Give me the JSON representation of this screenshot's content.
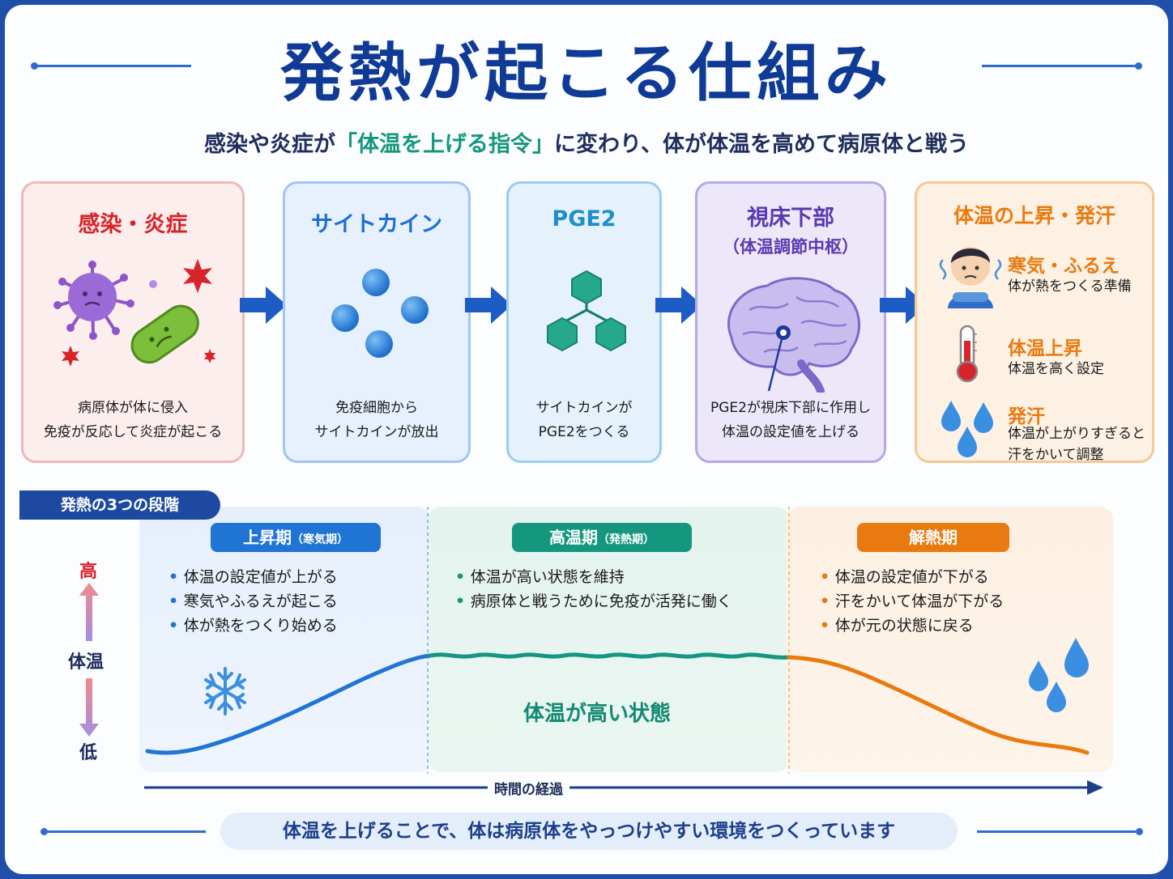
{
  "header": {
    "title": "発熱が起こる仕組み",
    "subtitle_prefix": "感染や炎症が",
    "subtitle_highlight": "「体温を上げる指令」",
    "subtitle_suffix": "に変わり、体が体温を高めて病原体と戦う"
  },
  "flow": {
    "infection": {
      "title": "感染・炎症",
      "desc_line1": "病原体が体に侵入",
      "desc_line2": "免疫が反応して炎症が起こる",
      "icon": "virus-bacteria-icon"
    },
    "cytokine": {
      "title": "サイトカイン",
      "desc_line1": "免疫細胞から",
      "desc_line2": "サイトカインが放出",
      "icon": "molecule-dots-icon"
    },
    "pge2": {
      "title": "PGE2",
      "desc_line1": "サイトカインが",
      "desc_line2": "PGE2をつくる",
      "icon": "hexagon-molecule-icon"
    },
    "hypothalamus": {
      "title": "視床下部",
      "subtitle": "（体温調節中枢）",
      "desc_line1": "PGE2が視床下部に作用し",
      "desc_line2": "体温の設定値を上げる",
      "icon": "brain-icon"
    },
    "result": {
      "title": "体温の上昇・発汗",
      "items": [
        {
          "title": "寒気・ふるえ",
          "desc_line1": "体が熱をつくる準備",
          "desc_line2": "",
          "icon": "shivering-person-icon"
        },
        {
          "title": "体温上昇",
          "desc_line1": "体温を高く設定",
          "desc_line2": "",
          "icon": "thermometer-icon"
        },
        {
          "title": "発汗",
          "desc_line1": "体温が上がりすぎると",
          "desc_line2": "汗をかいて調整",
          "icon": "sweat-drops-icon"
        }
      ]
    }
  },
  "stages": {
    "label": "発熱の3つの段階",
    "rise": {
      "name": "上昇期",
      "sub": "（寒気期）",
      "bullets": [
        "体温の設定値が上がる",
        "寒気やふるえが起こる",
        "体が熱をつくり始める"
      ],
      "icon": "snowflake-icon"
    },
    "high": {
      "name": "高温期",
      "sub": "（発熱期）",
      "bullets": [
        "体温が高い状態を維持",
        "病原体と戦うために免疫が活発に働く"
      ],
      "state_label": "体温が高い状態"
    },
    "fall": {
      "name": "解熱期",
      "sub": "",
      "bullets": [
        "体温の設定値が下がる",
        "汗をかいて体温が下がる",
        "体が元の状態に戻る"
      ],
      "icon": "sweat-drops-icon"
    },
    "axis": {
      "high": "高",
      "mid": "体温",
      "low": "低",
      "time": "時間の経過"
    }
  },
  "footer": {
    "message": "体温を上げることで、体は病原体をやっつけやすい環境をつくっています"
  },
  "colors": {
    "navy": "#0f3a96",
    "rise": "#1f74d4",
    "high": "#14977e",
    "fall": "#e97a10",
    "infection": "#d8232a"
  }
}
